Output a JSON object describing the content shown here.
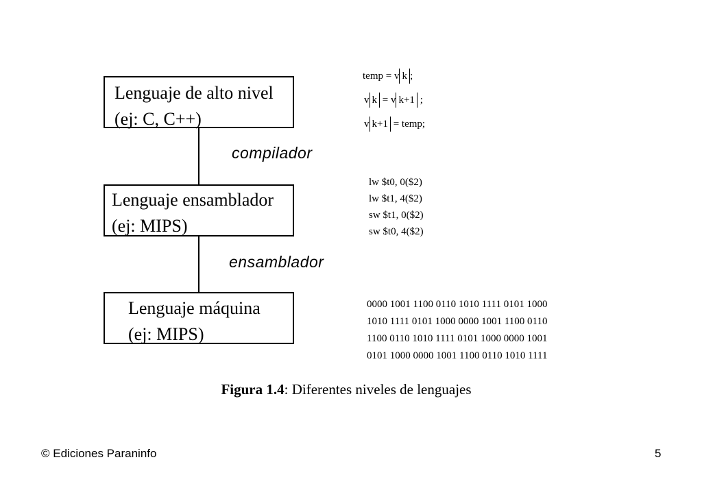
{
  "boxes": [
    {
      "line1": "Lenguaje de alto nivel",
      "line2": "(ej: C, C++)"
    },
    {
      "line1": "Lenguaje ensamblador",
      "line2": "(ej: MIPS)"
    },
    {
      "line1": "Lenguaje máquina",
      "line2": "(ej: MIPS)"
    }
  ],
  "arrows": {
    "compiler": "compilador",
    "assembler": "ensamblador"
  },
  "high_level_code": {
    "l1": {
      "pre": "temp = v",
      "idx": "k",
      "post": ";"
    },
    "l2": {
      "pre": "v",
      "idx1": "k",
      "mid": " = v",
      "idx2": "k+1",
      "post": " ;"
    },
    "l3": {
      "pre": "v",
      "idx": "k+1",
      "post": " = temp;"
    }
  },
  "assembly_code": [
    "lw  $t0, 0($2)",
    "lw  $t1, 4($2)",
    "sw  $t1, 0($2)",
    "sw  $t0, 4($2)"
  ],
  "machine_code": [
    "0000 1001 1100 0110 1010 1111 0101 1000",
    "1010 1111 0101 1000 0000 1001 1100 0110",
    "1100 0110 1010 1111 0101 1000 0000 1001",
    "0101 1000 0000 1001 1100 0110 1010 1111"
  ],
  "caption": {
    "bold": "Figura 1.4",
    "rest": ": Diferentes niveles de lenguajes"
  },
  "footer": {
    "publisher": "© Ediciones Paraninfo",
    "page_number": "5"
  }
}
